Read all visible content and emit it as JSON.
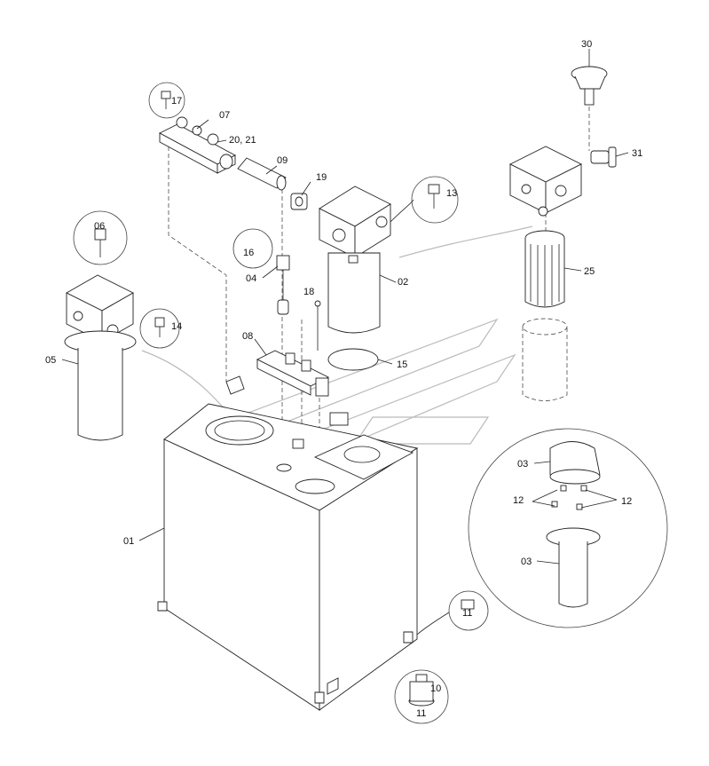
{
  "labels": {
    "l30": "30",
    "l17": "17",
    "l07": "07",
    "l2021": "20, 21",
    "l09": "09",
    "l19": "19",
    "l13": "13",
    "l31": "31",
    "l06": "06",
    "l16": "16",
    "l04": "04",
    "l02": "02",
    "l25": "25",
    "l14": "14",
    "l18": "18",
    "l08": "08",
    "l15": "15",
    "l05": "05",
    "l03a": "03",
    "l12a": "12",
    "l12b": "12",
    "l03b": "03",
    "l01": "01",
    "l11a": "11",
    "l10": "10",
    "l11b": "11"
  }
}
